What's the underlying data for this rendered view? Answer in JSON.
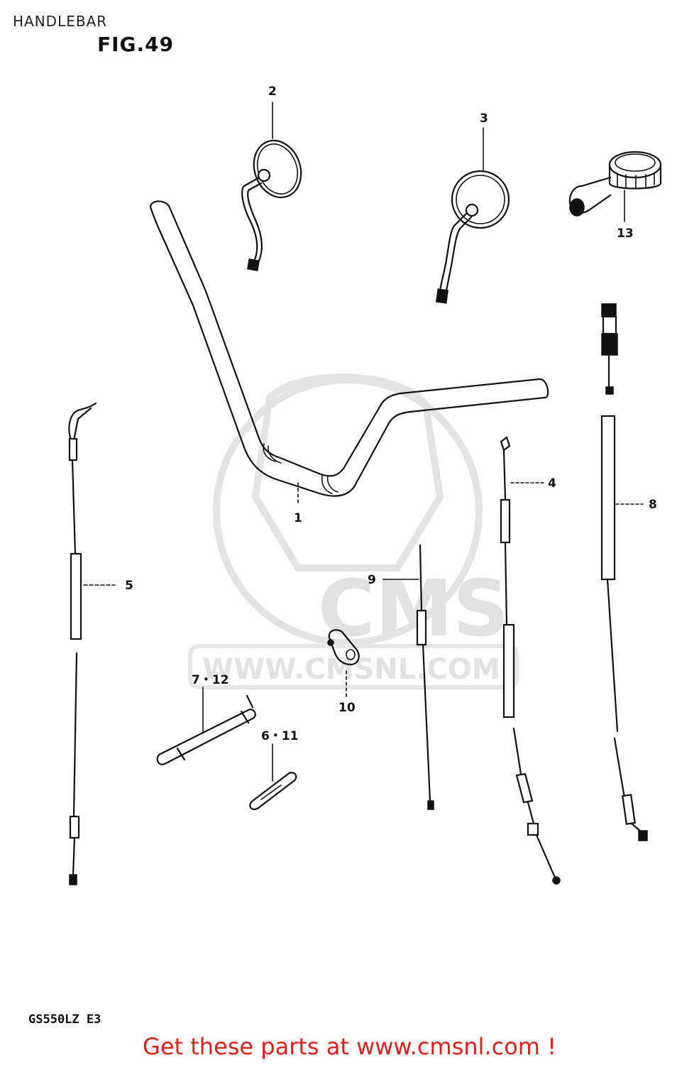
{
  "header": {
    "section_title": "HANDLEBAR",
    "figure_label": "FIG.49"
  },
  "footer": {
    "model_code": "GS550LZ E3",
    "call_to_action": "Get these parts at www.cmsnl.com !"
  },
  "watermark": {
    "brand": "CMS",
    "url": "WWW.CMSNL.COM"
  },
  "callouts": {
    "c1": "1",
    "c2": "2",
    "c3": "3",
    "c4": "4",
    "c5": "5",
    "c6_11": "6・11",
    "c7_12": "7・12",
    "c8": "8",
    "c9": "9",
    "c10": "10",
    "c13": "13"
  },
  "colors": {
    "cta_text": "#e0211b",
    "line_art": "#111111",
    "watermark": "#e2e2e2"
  }
}
